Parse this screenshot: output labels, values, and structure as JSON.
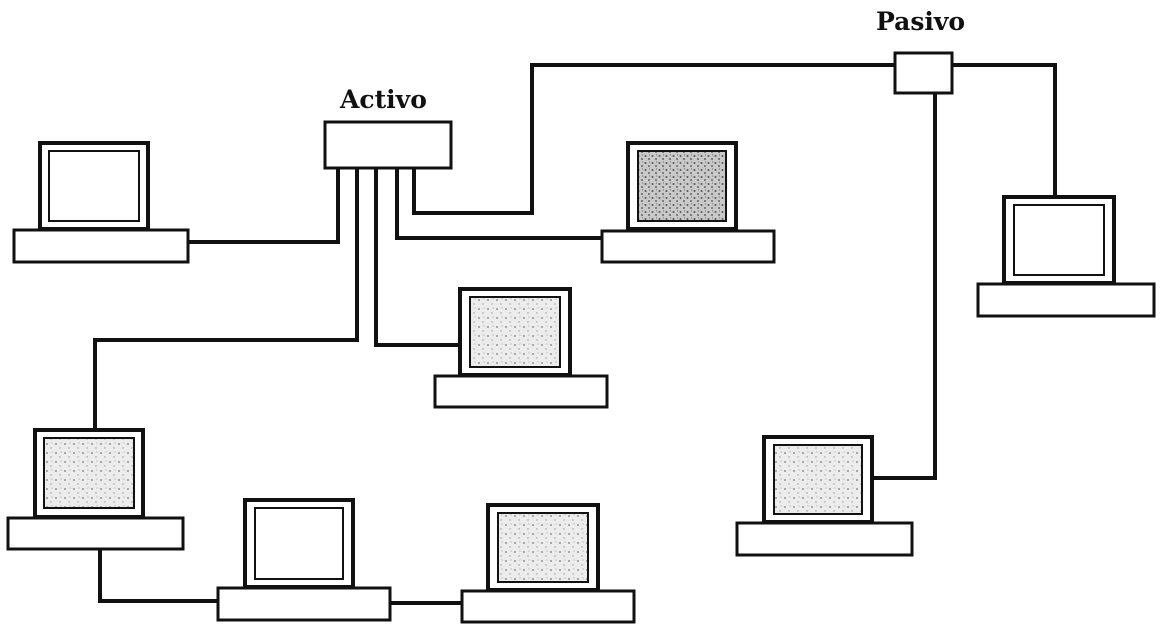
{
  "diagram": {
    "hubs": {
      "active": {
        "label": "Activo"
      },
      "passive": {
        "label": "Pasivo"
      }
    },
    "computers": [
      {
        "id": "pc-left",
        "screen": "blank"
      },
      {
        "id": "pc-mid-top",
        "screen": "dark-speckled"
      },
      {
        "id": "pc-center",
        "screen": "speckled"
      },
      {
        "id": "pc-far-right",
        "screen": "blank"
      },
      {
        "id": "pc-bottom-left",
        "screen": "light-speckled"
      },
      {
        "id": "pc-bottom-mid",
        "screen": "blank"
      },
      {
        "id": "pc-bottom-right",
        "screen": "light-speckled"
      },
      {
        "id": "pc-right-lower",
        "screen": "speckled"
      }
    ],
    "colors": {
      "line": "#111111",
      "background": "#ffffff",
      "screen_dark": "#c9c9c9",
      "screen_light": "#ececec"
    }
  }
}
